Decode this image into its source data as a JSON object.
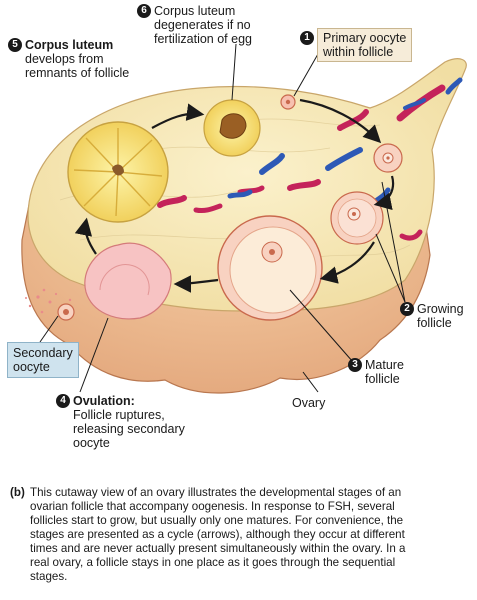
{
  "labels": {
    "step1": {
      "num": "1",
      "line1": "Primary oocyte",
      "line2": "within follicle"
    },
    "step2": {
      "num": "2",
      "line1": "Growing",
      "line2": "follicle"
    },
    "step3": {
      "num": "3",
      "line1": "Mature",
      "line2": "follicle"
    },
    "step4": {
      "num": "4",
      "title": "Ovulation:",
      "line1": "Follicle ruptures,",
      "line2": "releasing secondary",
      "line3": "oocyte"
    },
    "step5": {
      "num": "5",
      "title": "Corpus luteum",
      "line1": "develops from",
      "line2": "remnants of follicle"
    },
    "step6": {
      "num": "6",
      "line1": "Corpus luteum",
      "line2": "degenerates if no",
      "line3": "fertilization of egg"
    },
    "secondary_oocyte": {
      "line1": "Secondary",
      "line2": "oocyte"
    },
    "ovary": "Ovary"
  },
  "caption": {
    "label": "(b)",
    "lines": [
      "This cutaway view of an ovary illustrates the developmental stages of an",
      "ovarian follicle that accompany oogenesis. In response to FSH, several",
      "follicles start to grow, but usually only one matures. For convenience, the",
      "stages are presented as a cycle (arrows), although they occur at different",
      "times and are never actually present simultaneously within the ovary. In a",
      "real ovary, a follicle stays in one place as it goes through the sequential",
      "stages."
    ]
  }
}
